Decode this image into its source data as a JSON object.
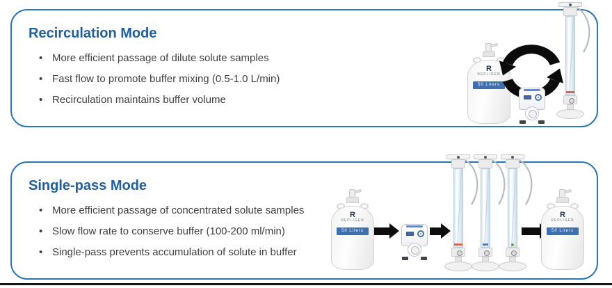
{
  "theme": {
    "background": "#ffffff",
    "box_border_color": "#2e75b6",
    "title_color": "#1f5f9e",
    "text_color": "#3f3f3f",
    "arrow_color": "#0d0d0d",
    "bottom_rule_color": "#141414",
    "carboy_label_color": "#3e6fae"
  },
  "equipment": {
    "carboy_label": "50 Liters",
    "carboy_brand": "REPLIGEN",
    "carboy_mark": "R"
  },
  "recirculation_panel": {
    "title": "Recirculation Mode",
    "bullets": [
      "More efficient passage of dilute solute samples",
      "Fast flow to promote buffer mixing (0.5-1.0 L/min)",
      "Recirculation maintains buffer volume"
    ],
    "illustration": "carboy, recirculation cycle arrows, peristaltic pump, hollow-fiber column"
  },
  "single_pass_panel": {
    "title": "Single-pass Mode",
    "bullets": [
      "More efficient passage of concentrated solute samples",
      "Slow flow rate to conserve buffer (100-200 ml/min)",
      "Single-pass prevents accumulation of solute in buffer"
    ],
    "illustration": "carboy, arrow, pump, arrow, three hollow-fiber columns in series, arrow, carboy"
  }
}
